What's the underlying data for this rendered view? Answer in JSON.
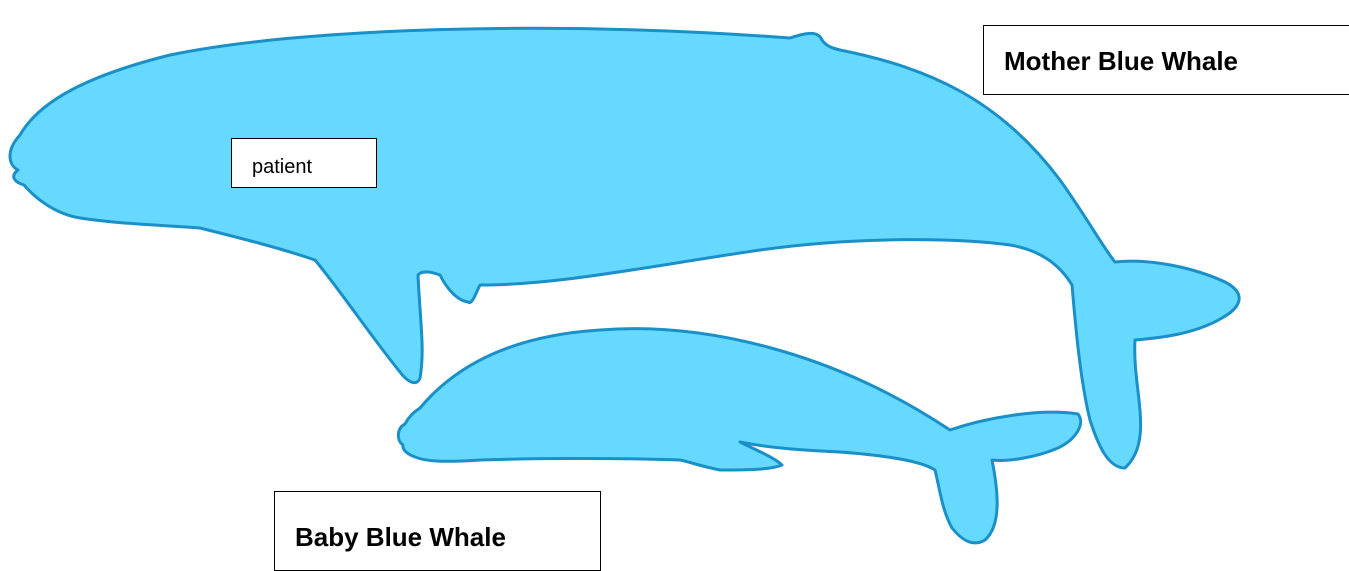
{
  "colors": {
    "whale_fill": "#66d9ff",
    "whale_outline": "#1a8fc8",
    "label_border": "#000000",
    "background": "#ffffff"
  },
  "labels": {
    "mother": "Mother Blue Whale",
    "baby": "Baby Blue Whale",
    "patient": "patient"
  }
}
